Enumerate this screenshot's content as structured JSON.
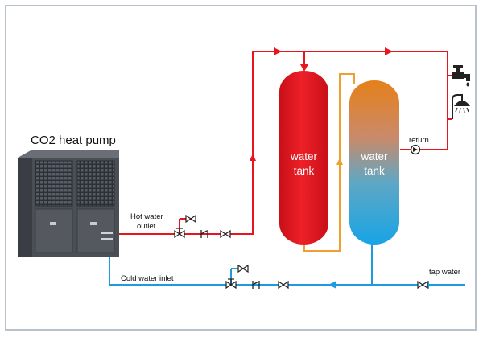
{
  "diagram": {
    "title": "CO2 heat pump",
    "labels": {
      "hot_outlet_line1": "Hot water",
      "hot_outlet_line2": "outlet",
      "cold_inlet": "Cold water inlet",
      "tap_water": "tap water",
      "return": "return"
    },
    "tank1": {
      "line1": "water",
      "line2": "tank"
    },
    "tank2": {
      "line1": "water",
      "line2": "tank"
    },
    "colors": {
      "hot_pipe": "#e8141e",
      "cold_pipe": "#1e9be0",
      "transfer_pipe": "#f0a030",
      "tank_red": "#e3141c",
      "frame": "#b8c2cc",
      "unit_body": "#4a4e55"
    },
    "icons": [
      "faucet-icon",
      "shower-icon",
      "pump-icon",
      "valve-icon",
      "check-valve-icon",
      "flow-arrow-icon"
    ]
  }
}
